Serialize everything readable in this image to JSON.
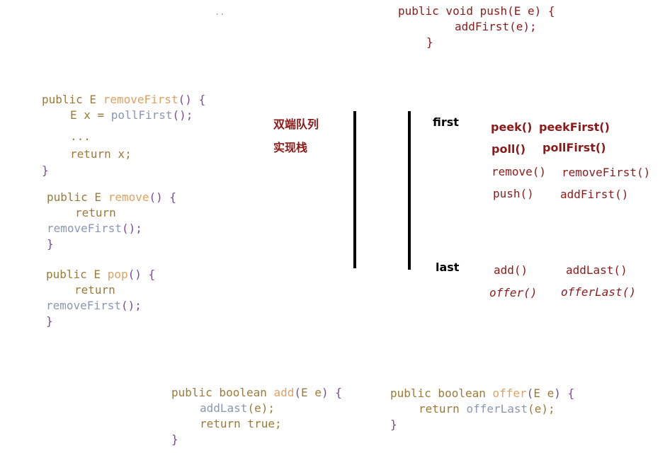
{
  "dots": "..",
  "push_code": {
    "line1": "public void push(E e) {",
    "line2": "addFirst(e);",
    "line3": "}"
  },
  "removeFirst_code": {
    "sig_kw": "public E ",
    "sig_fn": "removeFirst",
    "sig_paren": "() {",
    "l2_kw": "E x = ",
    "l2_call": "pollFirst",
    "l2_paren": "();",
    "l3": "...",
    "l4": "return x;",
    "l5": "}"
  },
  "remove_code": {
    "sig_kw": "public E ",
    "sig_fn": "remove",
    "sig_paren": "() {",
    "l2": "return",
    "l3_call": "removeFirst",
    "l3_paren": "();",
    "l4": "}"
  },
  "pop_code": {
    "sig_kw": "public E ",
    "sig_fn": "pop",
    "sig_paren": "() {",
    "l2": "return",
    "l3_call": "removeFirst",
    "l3_paren": "();",
    "l4": "}"
  },
  "center_title": {
    "line1": "双端队列",
    "line2": "实现栈"
  },
  "labels": {
    "first": "first",
    "last": "last"
  },
  "first_methods": {
    "peek": "peek()",
    "peekFirst": "peekFirst()",
    "poll": "poll()",
    "pollFirst": "pollFirst()",
    "remove": "remove()",
    "removeFirst": "removeFirst()",
    "push": "push()",
    "addFirst": "addFirst()"
  },
  "last_methods": {
    "add": "add()",
    "addLast": "addLast()",
    "offer": "offer()",
    "offerLast": "offerLast()"
  },
  "add_code": {
    "sig_kw": "public boolean ",
    "sig_fn": "add",
    "sig_paren_open": "(",
    "sig_param": "E e",
    "sig_paren_close": ") {",
    "l2_call": "addLast",
    "l2_args": "(e);",
    "l3": "return true;",
    "l4": "}"
  },
  "offer_code": {
    "sig_kw": "public boolean ",
    "sig_fn": "offer",
    "sig_paren_open": "(",
    "sig_param": "E e",
    "sig_paren_close": ") {",
    "l2_kw": "return ",
    "l2_call": "offerLast",
    "l2_args": "(e);",
    "l3": "}"
  },
  "colors": {
    "keyword": "#9a7a3a",
    "function": "#e0a060",
    "punct": "#7a4a98",
    "variable": "#8a97b0",
    "dark_red": "#8b1a1a",
    "bar": "#000000"
  }
}
